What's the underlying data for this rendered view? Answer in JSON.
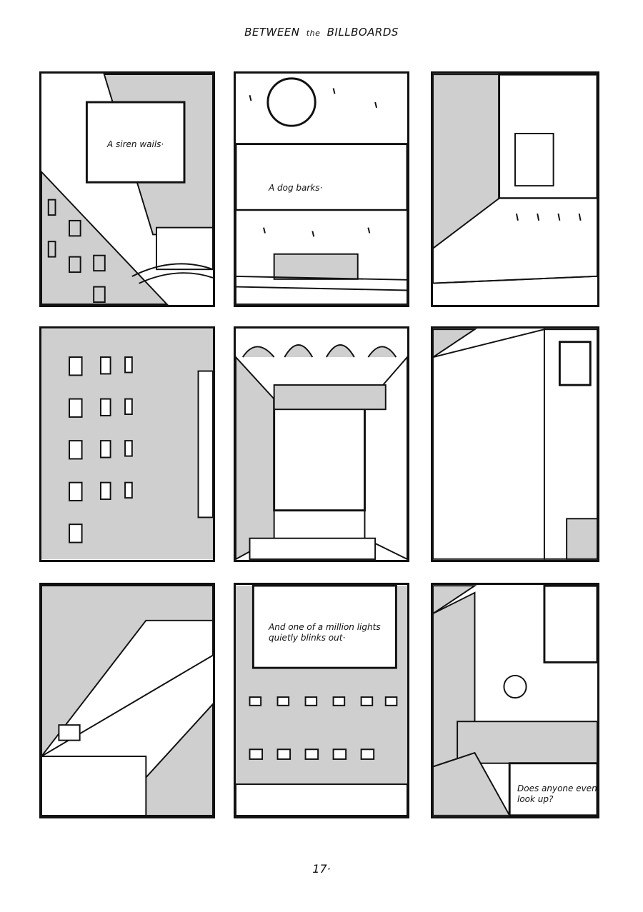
{
  "page": {
    "title_main_1": "BETWEEN",
    "title_small": "the",
    "title_main_2": "BILLBOARDS",
    "page_number": "17·"
  },
  "panels": [
    {
      "id": 1,
      "caption": "A siren wails·"
    },
    {
      "id": 2,
      "caption": "A dog barks·"
    },
    {
      "id": 3,
      "caption": ""
    },
    {
      "id": 4,
      "caption": ""
    },
    {
      "id": 5,
      "caption": ""
    },
    {
      "id": 6,
      "caption": ""
    },
    {
      "id": 7,
      "caption": ""
    },
    {
      "id": 8,
      "caption": "And one of a million lights\nquietly blinks out·"
    },
    {
      "id": 9,
      "caption": "Does anyone even\nlook up?"
    }
  ],
  "colors": {
    "ink": "#111111",
    "paper": "#ffffff",
    "wall_gray": "#cfcfcf"
  }
}
